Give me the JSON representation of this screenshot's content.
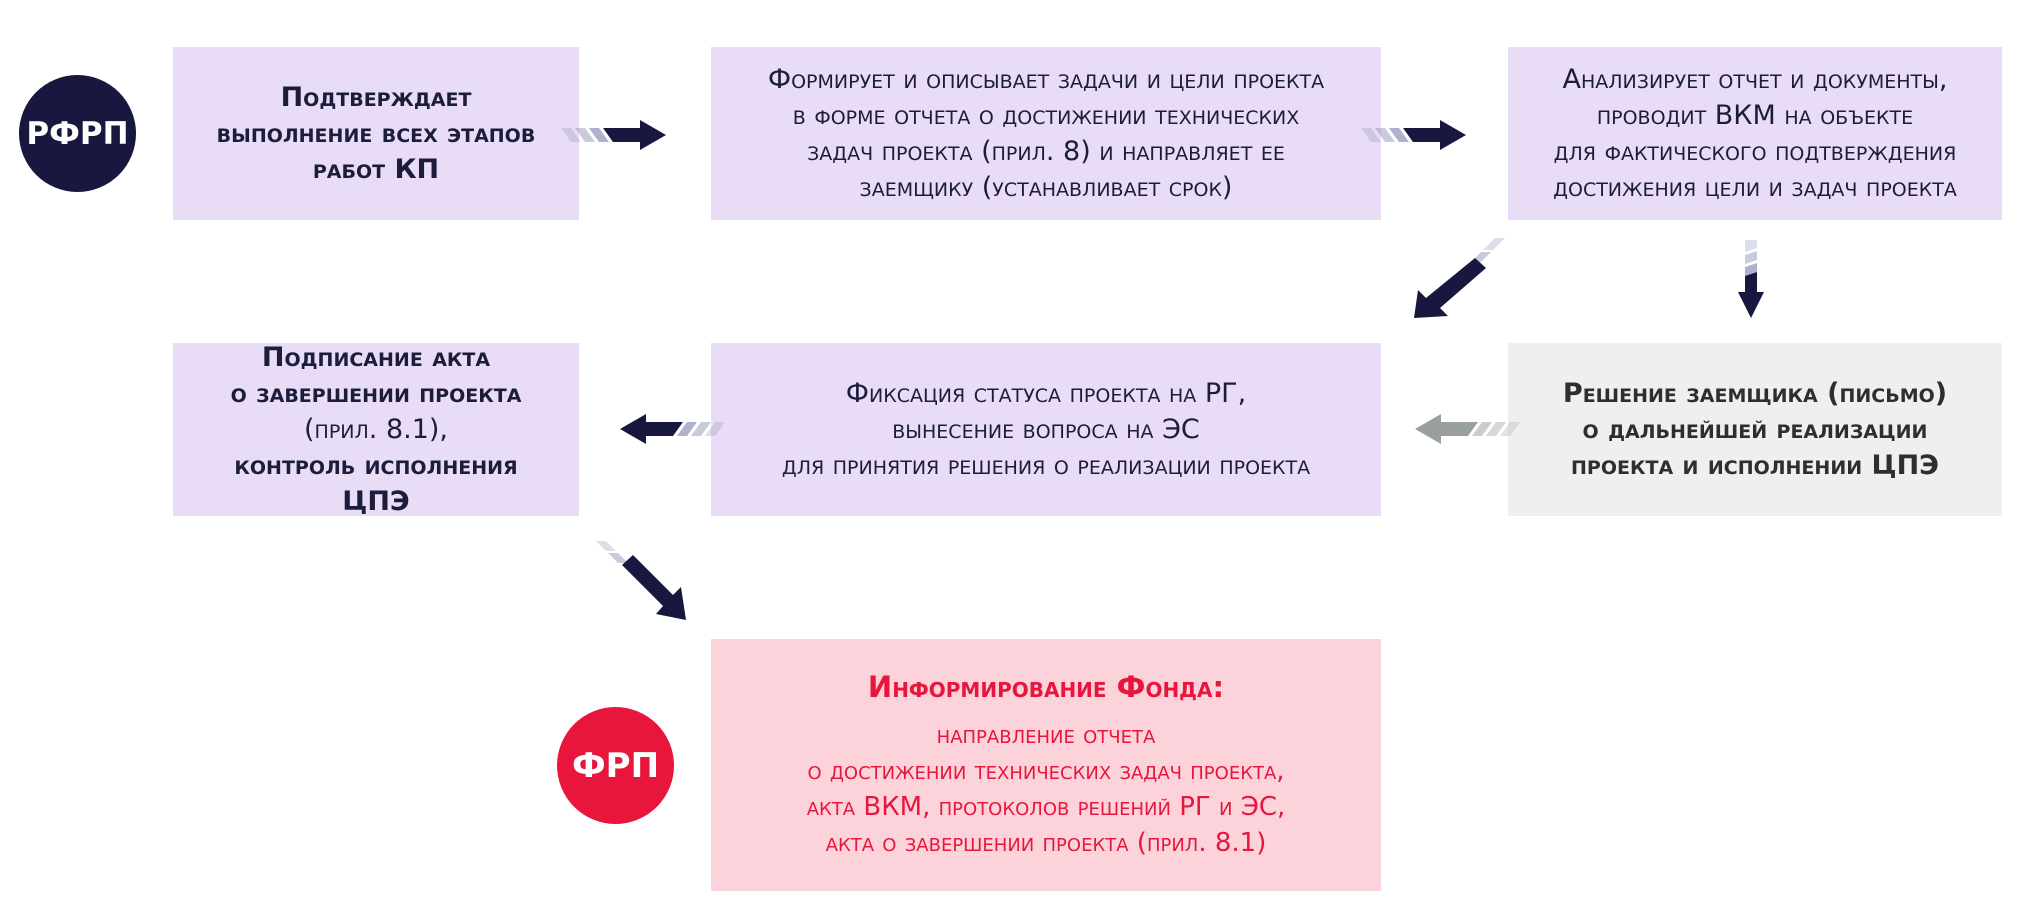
{
  "actors": {
    "rfrp": "РФРП",
    "frp": "ФРП"
  },
  "boxes": {
    "confirm": {
      "lines": [
        "Подтверждает",
        "выполнение всех этапов",
        "работ КП"
      ]
    },
    "form": {
      "lines": [
        "Формирует и описывает задачи и цели проекта",
        "в форме отчета о достижении технических",
        "задач проекта (прил. 8) и направляет ее",
        "заемщику (устанавливает срок)"
      ]
    },
    "analyze": {
      "lines": [
        "Анализирует отчет и документы,",
        "проводит ВКМ на объекте",
        "для фактического подтверждения",
        "достижения цели и задач проекта"
      ]
    },
    "sign": {
      "lines": [
        "Подписание акта",
        "о завершении проекта",
        "(прил. 8.1),",
        "контроль исполнения ЦПЭ"
      ]
    },
    "fix": {
      "lines": [
        "Фиксация статуса проекта на РГ,",
        "вынесение вопроса на ЭС",
        "для принятия решения о реализации проекта"
      ]
    },
    "decision": {
      "lines": [
        "Решение заемщика (письмо)",
        "о дальнейшей реализации",
        "проекта и исполнении ЦПЭ"
      ]
    },
    "inform": {
      "title": "Информирование Фонда:",
      "lines": [
        "направление отчета",
        "о достижении технических задач проекта,",
        "акта ВКМ, протоколов решений РГ и ЭС,",
        "акта о завершении проекта (прил. 8.1)"
      ]
    }
  },
  "colors": {
    "navy": "#17173f",
    "lilac_box": "#e8dcf6",
    "grey_box": "#efefed",
    "pink_box": "#fdd3db",
    "red": "#e8163c",
    "grey_arrow": "#9aa0a0"
  }
}
